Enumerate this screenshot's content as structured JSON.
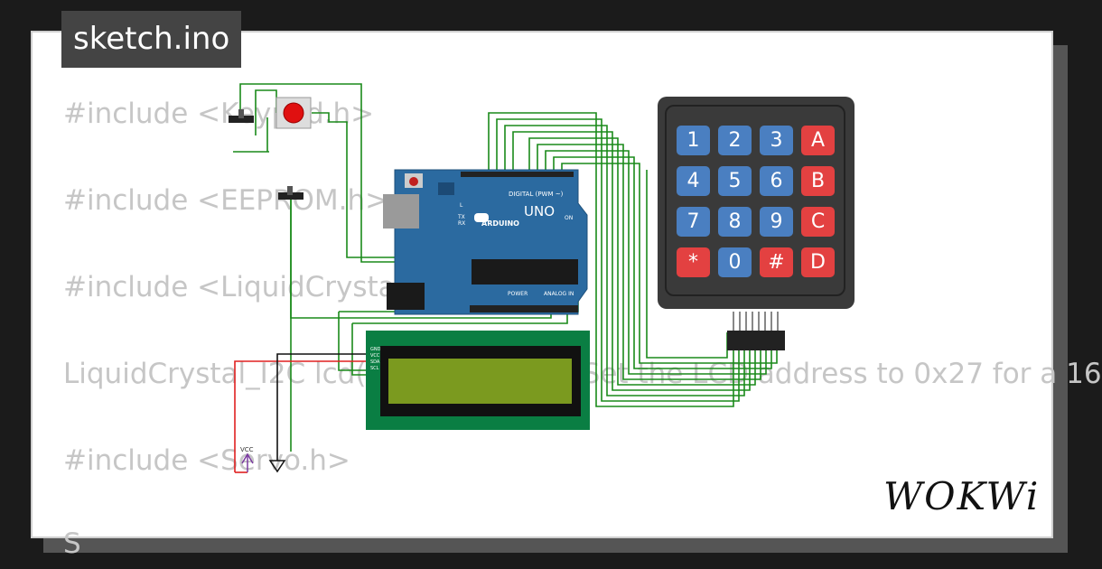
{
  "title": "sketch.ino",
  "code_lines": [
    "#include <Keypad.h>",
    "#include <EEPROM.h>",
    "#include <LiquidCrystal_I2C.h>",
    "LiquidCrystal_I2C lcd(0x27, 16, 2); // Set the LCD address to 0x27 for a 16",
    "#include <Servo.h>",
    "S"
  ],
  "keypad": {
    "keys": [
      "1",
      "2",
      "3",
      "A",
      "4",
      "5",
      "6",
      "B",
      "7",
      "8",
      "9",
      "C",
      "*",
      "0",
      "#",
      "D"
    ]
  },
  "arduino": {
    "brand": "ARDUINO",
    "model": "UNO",
    "digital_label": "DIGITAL (PWM ~)",
    "power_label": "POWER",
    "analog_label": "ANALOG IN",
    "on_label": "ON",
    "led_labels": [
      "L",
      "TX",
      "RX"
    ]
  },
  "lcd": {
    "pins": [
      "GND",
      "VCC",
      "SDA",
      "SCL"
    ]
  },
  "vcc_label": "VCC",
  "logo": "WOKWi",
  "colors": {
    "wire_green": "#1a8a1a",
    "wire_red": "#e02020",
    "wire_black": "#111111",
    "arduino_blue": "#2b6aa0",
    "lcd_green": "#0a7e43",
    "key_blue": "#4a7fc1",
    "key_red": "#e34141"
  }
}
